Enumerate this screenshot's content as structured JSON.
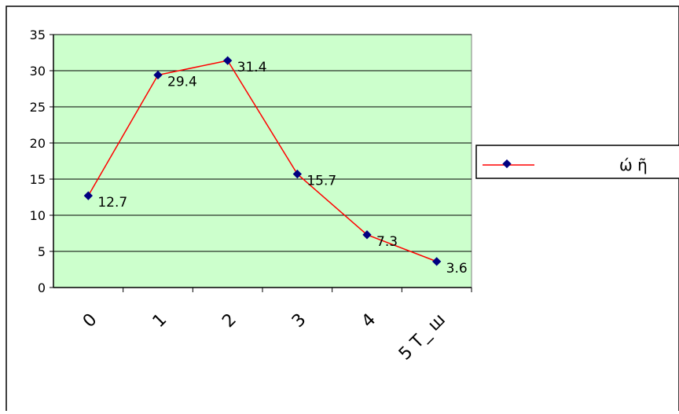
{
  "chart_data": {
    "type": "line",
    "title": "",
    "xlabel": "",
    "ylabel": "",
    "categories": [
      "0",
      "1",
      "2",
      "3",
      "4",
      "5 T_ ш"
    ],
    "ylim": [
      0,
      35
    ],
    "yticks": [
      "0",
      "5",
      "10",
      "15",
      "20",
      "25",
      "30",
      "35"
    ],
    "grid": true,
    "legend_position": "right",
    "series": [
      {
        "name": "ώ ῆ",
        "values": [
          12.7,
          29.4,
          31.4,
          15.7,
          7.3,
          3.6
        ],
        "labels": [
          "12.7",
          "29.4",
          "31.4",
          "15.7",
          "7.3",
          "3.6"
        ],
        "color": "#ff0000",
        "marker_color": "#000080"
      }
    ],
    "plot_background": "#ccffcc"
  }
}
